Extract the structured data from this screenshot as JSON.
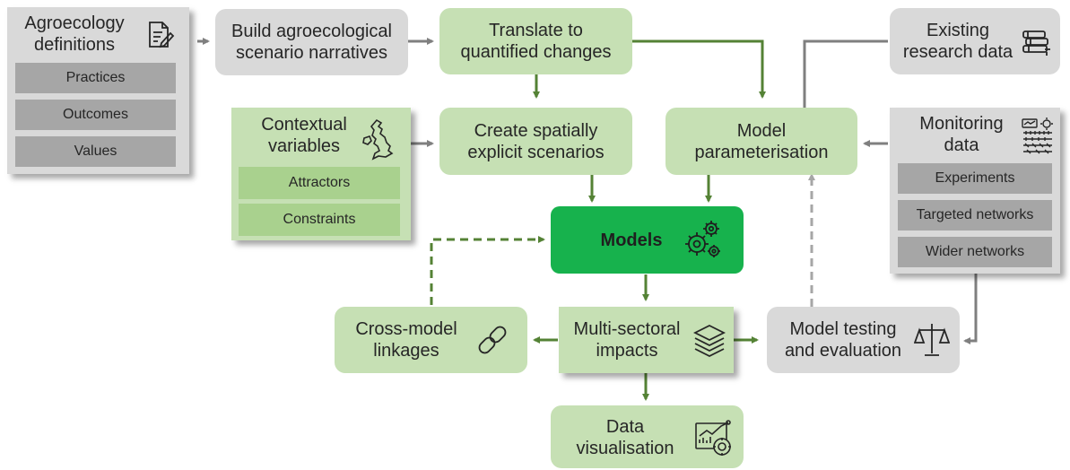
{
  "nodes": {
    "agroecology_definitions": {
      "label": "Agroecology\ndefinitions",
      "items": [
        "Practices",
        "Outcomes",
        "Values"
      ]
    },
    "build_narratives": {
      "label": "Build agroecological\nscenario narratives"
    },
    "translate": {
      "label": "Translate to\nquantified changes"
    },
    "existing_data": {
      "label": "Existing\nresearch data"
    },
    "contextual_variables": {
      "label": "Contextual\nvariables",
      "items": [
        "Attractors",
        "Constraints"
      ]
    },
    "spatial_scenarios": {
      "label": "Create spatially\nexplicit scenarios"
    },
    "parameterisation": {
      "label": "Model\nparameterisation"
    },
    "monitoring_data": {
      "label": "Monitoring\ndata",
      "items": [
        "Experiments",
        "Targeted networks",
        "Wider networks"
      ]
    },
    "models": {
      "label": "Models"
    },
    "cross_model": {
      "label": "Cross-model\nlinkages"
    },
    "impacts": {
      "label": "Multi-sectoral\nimpacts"
    },
    "testing": {
      "label": "Model testing\nand evaluation"
    },
    "visualisation": {
      "label": "Data\nvisualisation"
    }
  },
  "colors": {
    "grey_box": "#d9d9d9",
    "green_box": "#c6e0b4",
    "models_box": "#17b24d",
    "green_arrow": "#548235",
    "grey_arrow": "#7f7f7f",
    "green_dashed": "#548235",
    "grey_dashed": "#a6a6a6"
  },
  "icons": {
    "agroecology_definitions": "document-edit-icon",
    "existing_data": "books-icon",
    "contextual_variables": "uk-map-icon",
    "monitoring_data": "monitoring-grid-icon",
    "models": "gears-icon",
    "cross_model": "chain-link-icon",
    "impacts": "layers-icon",
    "testing": "balance-scale-icon",
    "visualisation": "dashboard-icon"
  }
}
